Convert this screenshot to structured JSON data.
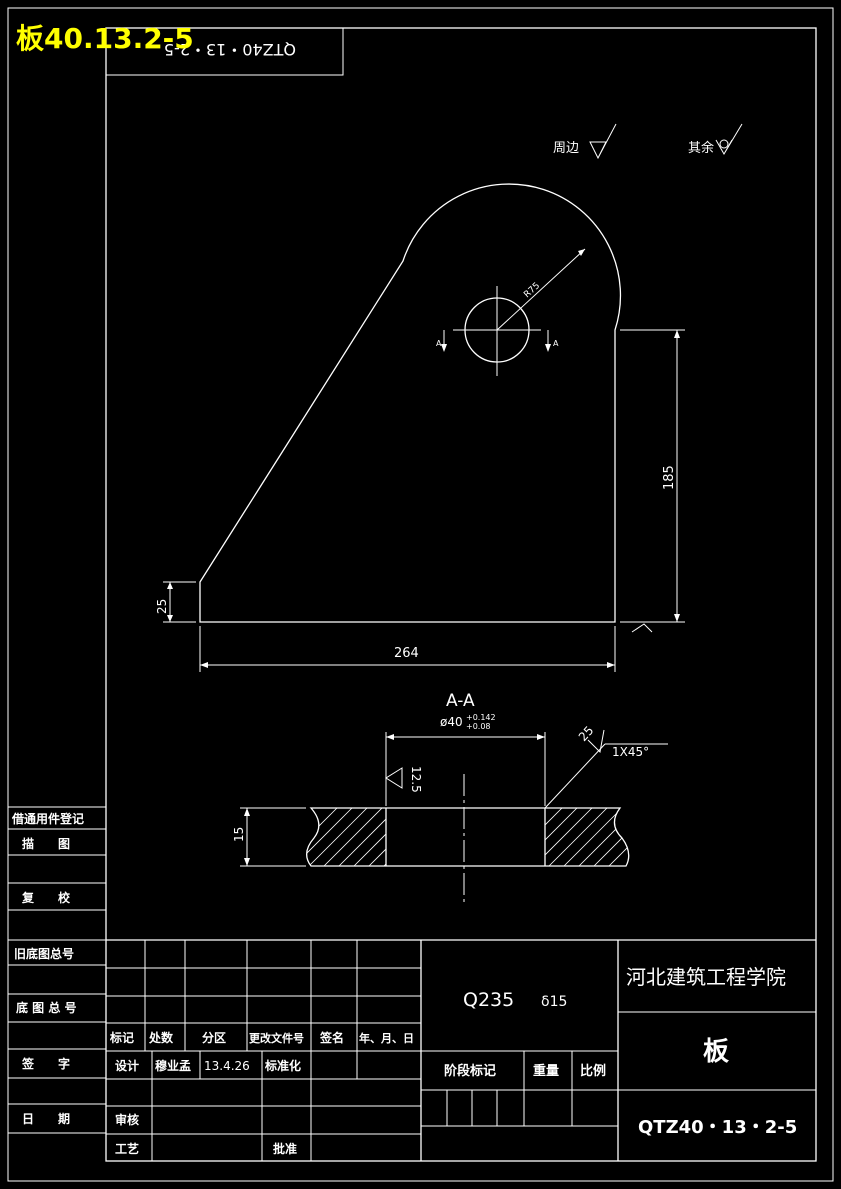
{
  "overlay_title": "板40.13.2-5",
  "inverted_code": "QTZ40・13・2-5",
  "roughness": {
    "perimeter_label": "周边",
    "other_label": "其余"
  },
  "dimensions": {
    "radius": "R75",
    "section_mark_left": "A",
    "section_mark_right": "A",
    "height": "185",
    "left_height": "25",
    "width": "264",
    "section_title": "A-A",
    "bore_diameter": "ø40",
    "tol_upper": "+0.142",
    "tol_lower": "+0.08",
    "chamfer_roughness": "25",
    "chamfer": "1X45°",
    "surface_roughness": "12.5",
    "thickness": "15"
  },
  "left_panel": {
    "borrowed": "借通用件登记",
    "trace": "描　　图",
    "check": "复　　校",
    "old_base": "旧底图总号",
    "base": "底 图 总 号",
    "sign": "签　　字",
    "date": "日　　期"
  },
  "title_block": {
    "headers": [
      "标记",
      "处数",
      "分区",
      "更改文件号",
      "签名",
      "年、月、日"
    ],
    "design_label": "设计",
    "designer": "穆业孟",
    "design_date": "13.4.26",
    "standard_label": "标准化",
    "review_label": "审核",
    "process_label": "工艺",
    "approve_label": "批准",
    "material": "Q235",
    "thickness_label": "δ15",
    "stage_label": "阶段标记",
    "weight_label": "重量",
    "scale_label": "比例",
    "institution": "河北建筑工程学院",
    "part_name": "板",
    "drawing_number": "QTZ40・13・2-5"
  }
}
